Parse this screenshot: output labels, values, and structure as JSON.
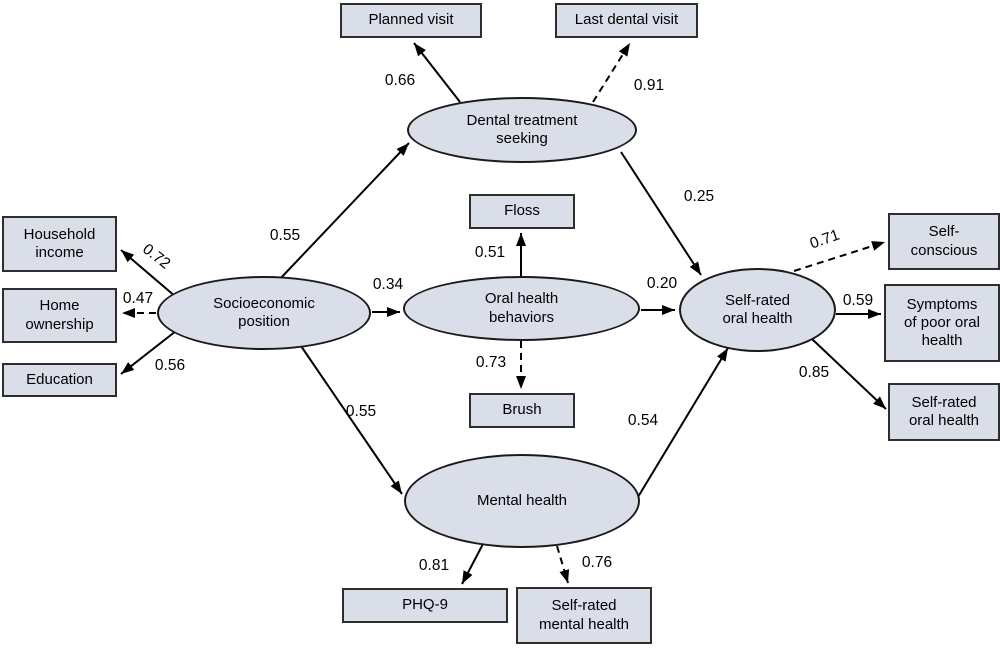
{
  "diagram_type": "structural-equation-model-path-diagram",
  "nodes": {
    "sep": {
      "label": "Socioeconomic position",
      "shape": "ellipse"
    },
    "dental": {
      "label": "Dental treatment seeking",
      "shape": "ellipse"
    },
    "ohb": {
      "label": "Oral health behaviors",
      "shape": "ellipse"
    },
    "mental": {
      "label": "Mental health",
      "shape": "ellipse"
    },
    "sroh": {
      "label": "Self-rated oral health",
      "shape": "ellipse"
    },
    "household_income": {
      "label": "Household income",
      "shape": "rect"
    },
    "home_ownership": {
      "label": "Home ownership",
      "shape": "rect"
    },
    "education": {
      "label": "Education",
      "shape": "rect"
    },
    "planned_visit": {
      "label": "Planned visit",
      "shape": "rect"
    },
    "last_dental_visit": {
      "label": "Last dental visit",
      "shape": "rect"
    },
    "floss": {
      "label": "Floss",
      "shape": "rect"
    },
    "brush": {
      "label": "Brush",
      "shape": "rect"
    },
    "phq9": {
      "label": "PHQ-9",
      "shape": "rect"
    },
    "self_rated_mental_health": {
      "label": "Self-rated mental health",
      "shape": "rect"
    },
    "self_conscious": {
      "label": "Self-conscious",
      "shape": "rect"
    },
    "symptoms_poor_oral_health": {
      "label": "Symptoms of poor oral health",
      "shape": "rect"
    },
    "self_rated_oral_health_ind": {
      "label": "Self-rated oral health",
      "shape": "rect"
    }
  },
  "edges": {
    "sep_household_income": {
      "value": "0.72",
      "style": "solid"
    },
    "sep_home_ownership": {
      "value": "0.47",
      "style": "dashed"
    },
    "sep_education": {
      "value": "0.56",
      "style": "solid"
    },
    "sep_dental": {
      "value": "0.55",
      "style": "solid"
    },
    "sep_ohb": {
      "value": "0.34",
      "style": "solid"
    },
    "sep_mental": {
      "value": "0.55",
      "style": "solid"
    },
    "dental_planned_visit": {
      "value": "0.66",
      "style": "solid"
    },
    "dental_last_dental_visit": {
      "value": "0.91",
      "style": "dashed"
    },
    "dental_sroh": {
      "value": "0.25",
      "style": "solid"
    },
    "ohb_floss": {
      "value": "0.51",
      "style": "solid"
    },
    "ohb_brush": {
      "value": "0.73",
      "style": "dashed"
    },
    "ohb_sroh": {
      "value": "0.20",
      "style": "solid"
    },
    "mental_phq9": {
      "value": "0.81",
      "style": "solid"
    },
    "mental_self_rated_mental_health": {
      "value": "0.76",
      "style": "dashed"
    },
    "mental_sroh": {
      "value": "0.54",
      "style": "solid"
    },
    "sroh_self_conscious": {
      "value": "0.71",
      "style": "dashed"
    },
    "sroh_symptoms": {
      "value": "0.59",
      "style": "solid"
    },
    "sroh_self_rated_oral_health_ind": {
      "value": "0.85",
      "style": "solid"
    }
  },
  "colors": {
    "node_fill": "#d9dee9",
    "node_border": "#2e2e2e",
    "line": "#000000",
    "background": "#ffffff"
  }
}
